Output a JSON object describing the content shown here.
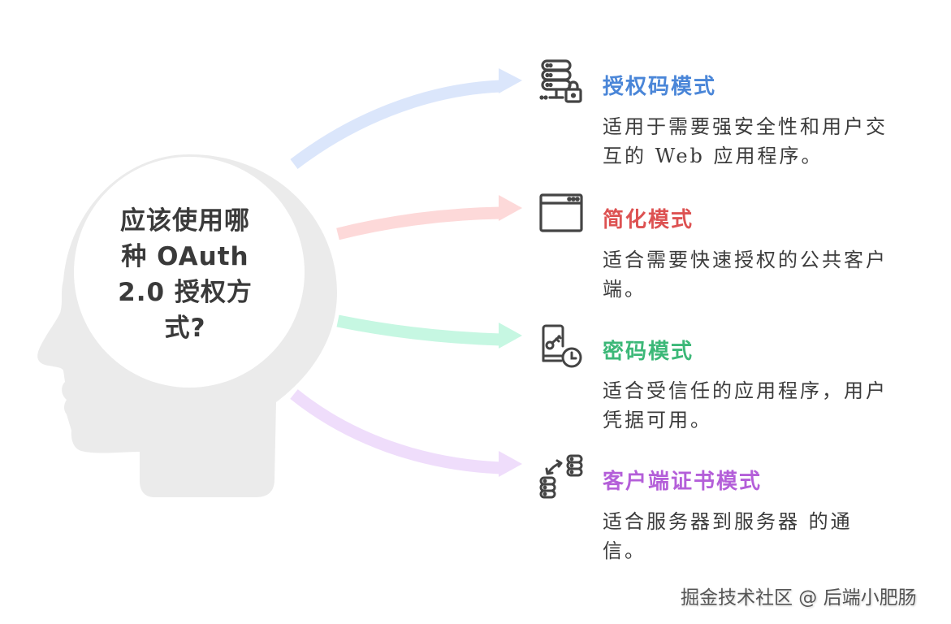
{
  "question": {
    "lines": [
      "应该使用哪",
      "种 OAuth",
      "2.0 授权方",
      "式?"
    ]
  },
  "items": [
    {
      "icon": "server-lock-icon",
      "title": "授权码模式",
      "title_color": "#4a86d8",
      "arrow_color": "#dbe6fb",
      "desc_lines": [
        "适用于需要强安全性和用户交",
        "互的 Web 应用程序。"
      ]
    },
    {
      "icon": "browser-window-icon",
      "title": "简化模式",
      "title_color": "#dd5252",
      "arrow_color": "#fdd9d9",
      "desc_lines": [
        "适合需要快速授权的公共客户",
        "端。"
      ]
    },
    {
      "icon": "key-device-clock-icon",
      "title": "密码模式",
      "title_color": "#3cb878",
      "arrow_color": "#c6f7e2",
      "desc_lines": [
        "适合受信任的应用程序，用户",
        "凭据可用。"
      ]
    },
    {
      "icon": "server-exchange-icon",
      "title": "客户端证书模式",
      "title_color": "#b45fd9",
      "arrow_color": "#efddfb",
      "desc_lines": [
        "适合服务器到服务器 的通",
        "信。"
      ]
    }
  ],
  "colors": {
    "head": "#ebebeb",
    "icon_stroke": "#444444"
  },
  "watermark": "掘金技术社区 @ 后端小肥肠"
}
